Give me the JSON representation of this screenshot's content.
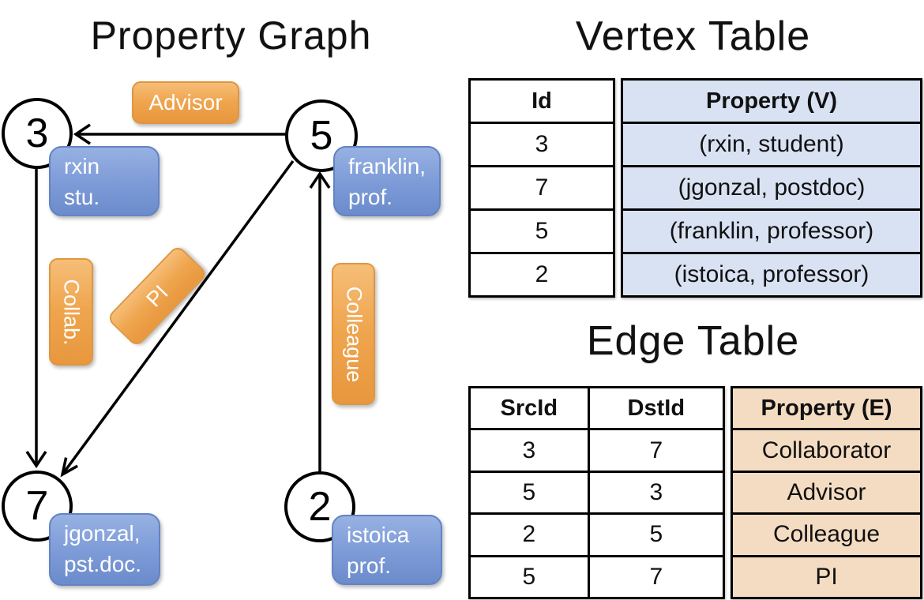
{
  "colors": {
    "edge_label_orange": "#EFA54E",
    "vertex_label_blue": "#7E9CD8",
    "vertex_table_fill": "#D9E2F3",
    "edge_table_fill": "#F4DCC2",
    "line_color": "#000000"
  },
  "graph": {
    "title": "Property Graph",
    "nodes": [
      {
        "id": "3",
        "property_lines": [
          "rxin",
          "stu."
        ]
      },
      {
        "id": "5",
        "property_lines": [
          "franklin,",
          "prof."
        ]
      },
      {
        "id": "7",
        "property_lines": [
          "jgonzal,",
          "pst.doc."
        ]
      },
      {
        "id": "2",
        "property_lines": [
          "istoica",
          "prof."
        ]
      }
    ],
    "edge_labels": {
      "advisor": "Advisor",
      "collab": "Collab.",
      "pi": "PI",
      "colleague": "Colleague"
    }
  },
  "vertex_table": {
    "title": "Vertex Table",
    "headers": {
      "id": "Id",
      "property": "Property (V)"
    },
    "rows": [
      {
        "id": "3",
        "property": "(rxin, student)"
      },
      {
        "id": "7",
        "property": "(jgonzal, postdoc)"
      },
      {
        "id": "5",
        "property": "(franklin, professor)"
      },
      {
        "id": "2",
        "property": "(istoica, professor)"
      }
    ]
  },
  "edge_table": {
    "title": "Edge Table",
    "headers": {
      "src": "SrcId",
      "dst": "DstId",
      "property": "Property (E)"
    },
    "rows": [
      {
        "src": "3",
        "dst": "7",
        "property": "Collaborator"
      },
      {
        "src": "5",
        "dst": "3",
        "property": "Advisor"
      },
      {
        "src": "2",
        "dst": "5",
        "property": "Colleague"
      },
      {
        "src": "5",
        "dst": "7",
        "property": "PI"
      }
    ]
  }
}
